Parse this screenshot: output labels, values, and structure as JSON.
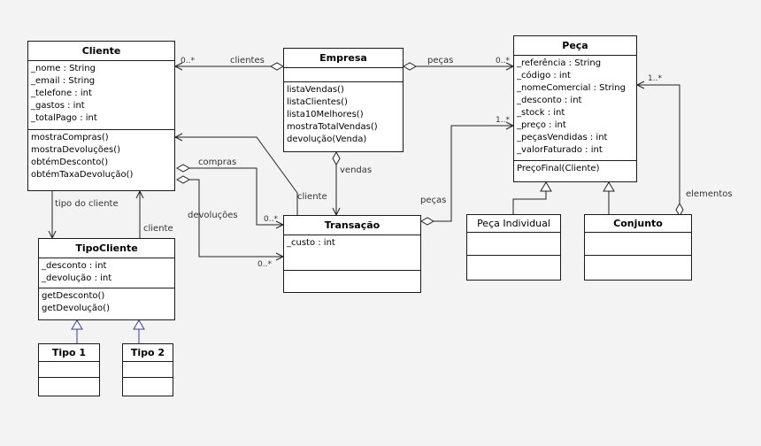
{
  "classes": {
    "cliente": {
      "name": "Cliente",
      "attributes": [
        "_nome : String",
        "_email : String",
        "_telefone : int",
        "_gastos : int",
        "_totalPago : int"
      ],
      "methods": [
        "mostraCompras()",
        "mostraDevoluções()",
        "obtémDesconto()",
        "obtémTaxaDevolução()"
      ]
    },
    "empresa": {
      "name": "Empresa",
      "methods": [
        "listaVendas()",
        "listaClientes()",
        "lista10Melhores()",
        "mostraTotalVendas()",
        "devolução(Venda)"
      ]
    },
    "peca": {
      "name": "Peça",
      "attributes": [
        "_referência : String",
        "_código : int",
        "_nomeComercial : String",
        "_desconto : int",
        "_stock : int",
        "_preço : int",
        "_peçasVendidas : int",
        "_valorFaturado : int"
      ],
      "methods": [
        "PreçoFinal(Cliente)"
      ]
    },
    "transacao": {
      "name": "Transação",
      "attributes": [
        "_custo : int"
      ]
    },
    "tipoCliente": {
      "name": "TipoCliente",
      "attributes": [
        "_desconto : int",
        "_devolução : int"
      ],
      "methods": [
        "getDesconto()",
        "getDevolução()"
      ]
    },
    "tipo1": {
      "name": "Tipo 1"
    },
    "tipo2": {
      "name": "Tipo 2"
    },
    "pecaIndividual": {
      "name": "Peça Individual"
    },
    "conjunto": {
      "name": "Conjunto"
    }
  },
  "labels": {
    "clientes": "clientes",
    "pecas_top": "peças",
    "compras": "compras",
    "devolucoes": "devoluções",
    "cliente_assoc": "cliente",
    "vendas": "vendas",
    "pecas_trans": "peças",
    "tipo_do_cliente": "tipo do cliente",
    "cliente_tipo": "cliente",
    "elementos": "elementos"
  },
  "multiplicities": {
    "m_clientes": "0..*",
    "m_pecas": "0..*",
    "m_compras": "0..*",
    "m_devolucoes": "0..*",
    "m_pecas_trans": "1..*",
    "m_elementos": "1..*"
  },
  "colors": {
    "line": "#222222",
    "generalization": "#3a3a9a",
    "background": "#f3f3f3"
  }
}
